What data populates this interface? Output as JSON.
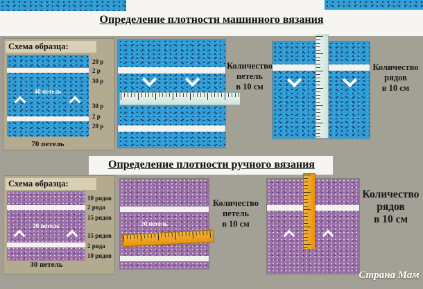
{
  "machine": {
    "title": "Определение плотности машинного вязания",
    "scheme": {
      "header": "Схема образца:",
      "labels": [
        "20 р",
        "2 р",
        "30 р",
        "30 р",
        "2 р",
        "20 р"
      ],
      "center_label": "40 петель",
      "bottom_label": "70 петель"
    },
    "stitches_caption": "Количество\nпетель\nв 10 см",
    "rows_caption": "Количество\nрядов\nв 10 см"
  },
  "hand": {
    "title": "Определение плотности ручного вязания",
    "scheme": {
      "header": "Схема образца:",
      "labels": [
        "10 рядов",
        "2 ряда",
        "15 рядов",
        "15 рядов",
        "2 ряда",
        "10 рядов"
      ],
      "center_label": "20 петель",
      "bottom_label": "30 петель"
    },
    "ruler_label": "20 петель",
    "stitches_caption": "Количество\nпетель\nв 10 см",
    "rows_caption": "Количество\nрядов\nв 10 см"
  },
  "watermark": "Страна Мам",
  "colors": {
    "background": "#a3a095",
    "scheme_panel": "#b4aa90",
    "knit_blue": "#2f9cd6",
    "knit_purple": "#9b70a9",
    "ruler_cyan": "#cde2dc",
    "ruler_orange": "#f2a71f"
  }
}
